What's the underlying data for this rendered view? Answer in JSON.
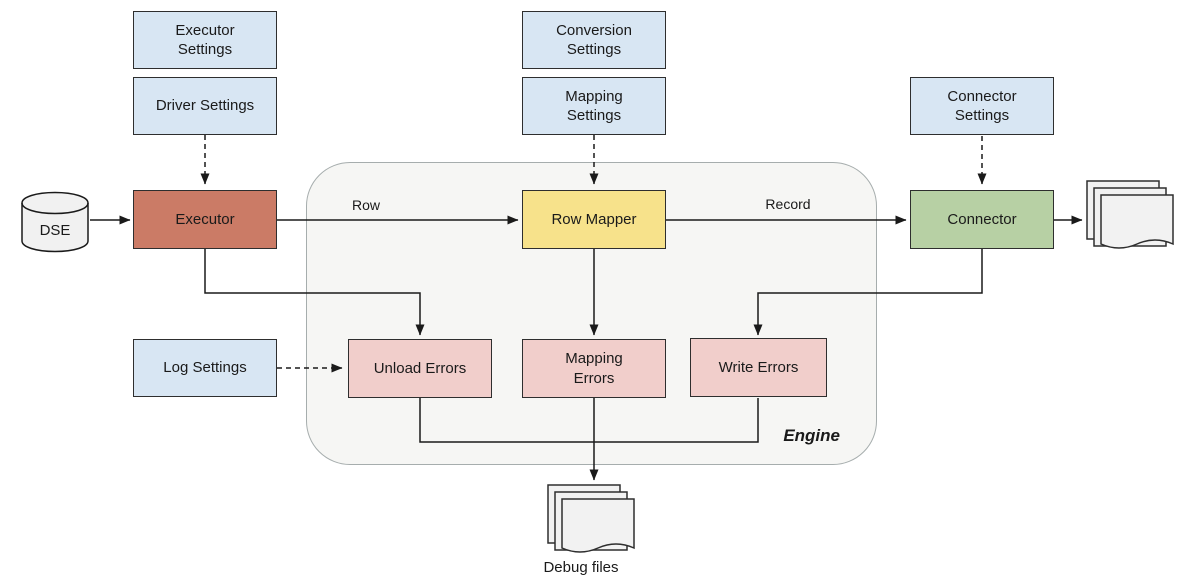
{
  "colors": {
    "settings_fill": "#d8e6f3",
    "executor_fill": "#cb7b66",
    "row_mapper_fill": "#f7e28b",
    "connector_fill": "#b7d0a4",
    "errors_fill": "#f1cecb",
    "engine_fill": "#f6f6f4",
    "engine_border": "#a6adad",
    "box_border": "#2e2e2e",
    "line": "#1a1a1a",
    "doc_fill": "#f2f2f2",
    "cylinder_fill": "#f1f1f1"
  },
  "nodes": {
    "executor_settings": "Executor\nSettings",
    "driver_settings": "Driver Settings",
    "conversion_settings": "Conversion\nSettings",
    "mapping_settings": "Mapping\nSettings",
    "connector_settings": "Connector\nSettings",
    "log_settings": "Log Settings",
    "executor": "Executor",
    "row_mapper": "Row Mapper",
    "connector": "Connector",
    "unload_errors": "Unload Errors",
    "mapping_errors": "Mapping\nErrors",
    "write_errors": "Write Errors"
  },
  "edge_labels": {
    "row": "Row",
    "record": "Record"
  },
  "container": {
    "engine_label": "Engine"
  },
  "external": {
    "dse_label": "DSE",
    "debug_files_label": "Debug files"
  }
}
